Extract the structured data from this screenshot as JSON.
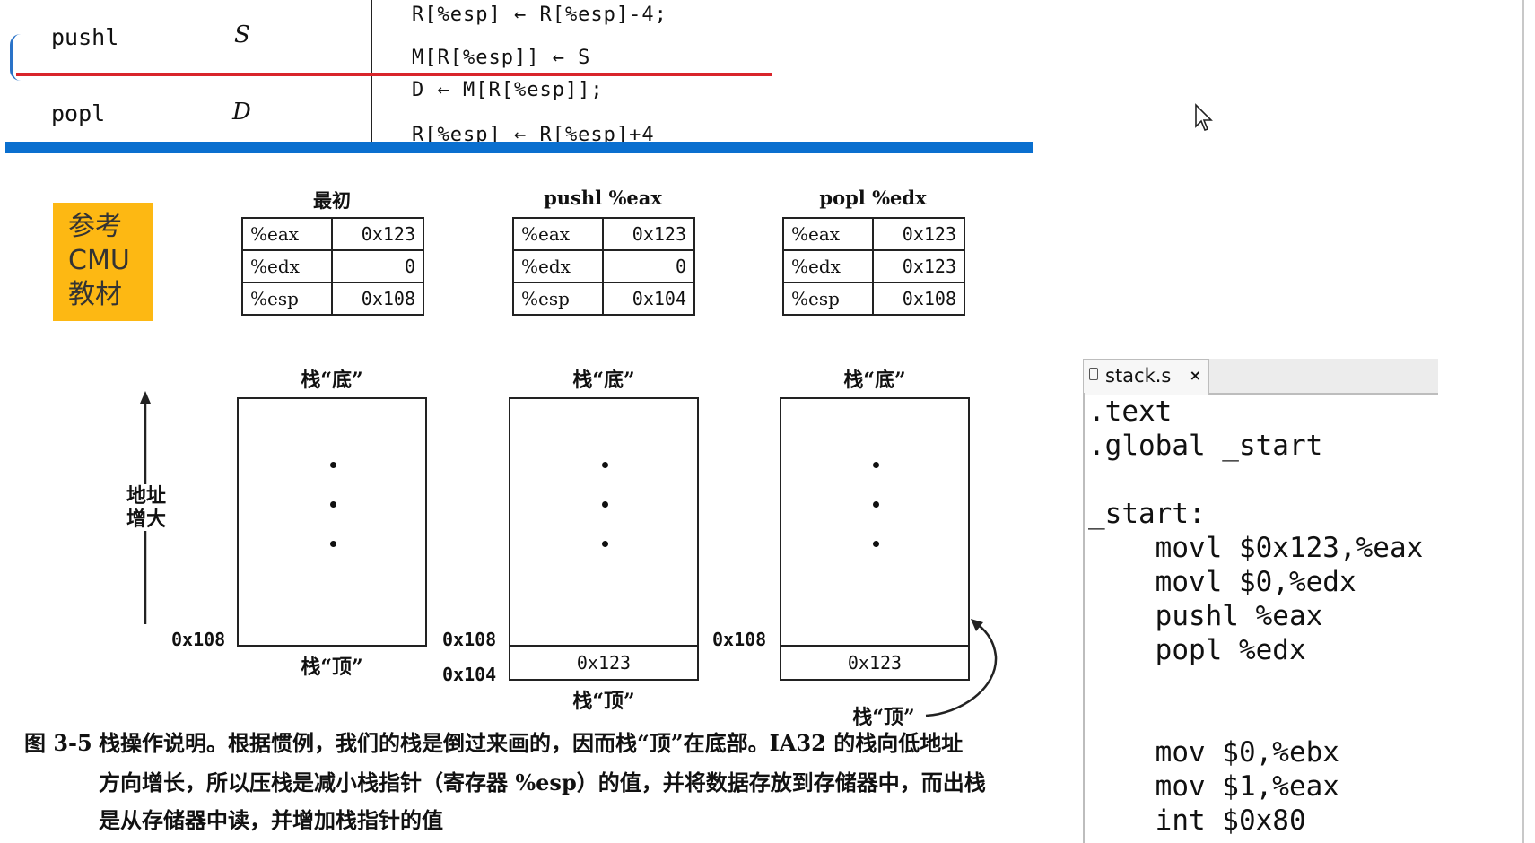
{
  "instructions": [
    {
      "op": "pushl",
      "operand": "S",
      "rtl": [
        "R[%esp] ← R[%esp]-4;",
        "M[R[%esp]] ← S"
      ]
    },
    {
      "op": "popl",
      "operand": "D",
      "rtl": [
        "D ← M[R[%esp]];",
        "R[%esp] ← R[%esp]+4"
      ]
    }
  ],
  "note": [
    "参考",
    "CMU",
    "教材"
  ],
  "register_states": [
    {
      "title": "最初",
      "rows": [
        {
          "reg": "%eax",
          "val": "0x123"
        },
        {
          "reg": "%edx",
          "val": "0"
        },
        {
          "reg": "%esp",
          "val": "0x108"
        }
      ]
    },
    {
      "title": "pushl %eax",
      "rows": [
        {
          "reg": "%eax",
          "val": "0x123"
        },
        {
          "reg": "%edx",
          "val": "0"
        },
        {
          "reg": "%esp",
          "val": "0x104"
        }
      ]
    },
    {
      "title": "popl %edx",
      "rows": [
        {
          "reg": "%eax",
          "val": "0x123"
        },
        {
          "reg": "%edx",
          "val": "0x123"
        },
        {
          "reg": "%esp",
          "val": "0x108"
        }
      ]
    }
  ],
  "stack": {
    "bottom_label": "栈“底”",
    "top_label": "栈“顶”",
    "axis_label": [
      "地址",
      "增大"
    ],
    "addr_108": "0x108",
    "addr_104": "0x104",
    "cell_value": "0x123"
  },
  "caption": {
    "fig": "图 3-5",
    "lines": [
      "栈操作说明。根据惯例，我们的栈是倒过来画的，因而栈“顶”在底部。IA32 的栈向低地址",
      "方向增长，所以压栈是减小栈指针（寄存器 %esp）的值，并将数据存放到存储器中，而出栈",
      "是从存储器中读，并增加栈指针的值"
    ]
  },
  "editor": {
    "tab_label": "stack.s",
    "tab_close": "×",
    "code": ".text\n.global _start\n\n_start:\n    movl $0x123,%eax\n    movl $0,%edx\n    pushl %eax\n    popl %edx\n\n\n    mov $0,%ebx\n    mov $1,%eax\n    int $0x80"
  },
  "colors": {
    "accent_blue": "#0a6fcf",
    "red_line": "#d9252b",
    "note_bg": "#fdb813"
  }
}
